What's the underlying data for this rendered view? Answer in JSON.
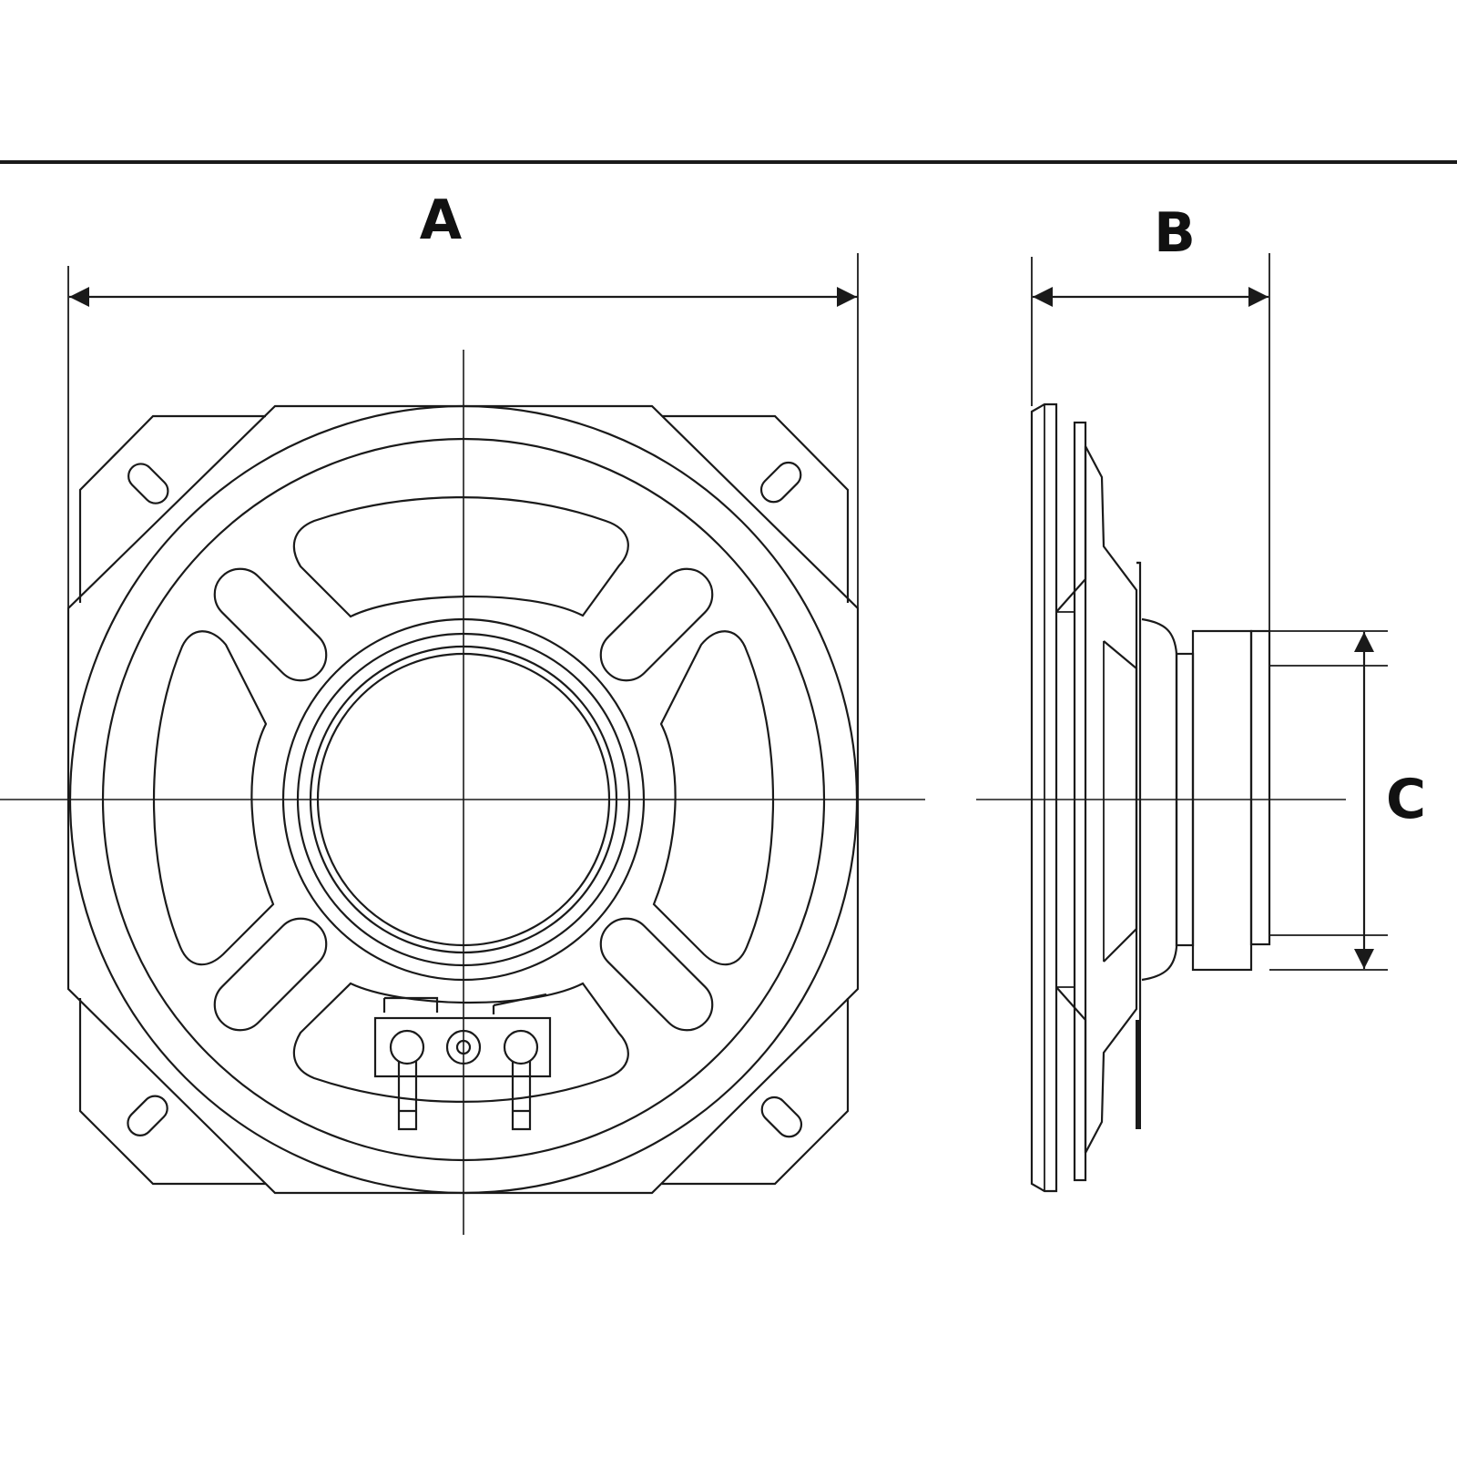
{
  "labels": {
    "width": "A",
    "depth": "B",
    "magnet_diameter": "C"
  },
  "colors": {
    "line": "#1a1a1a",
    "background": "#ffffff"
  }
}
